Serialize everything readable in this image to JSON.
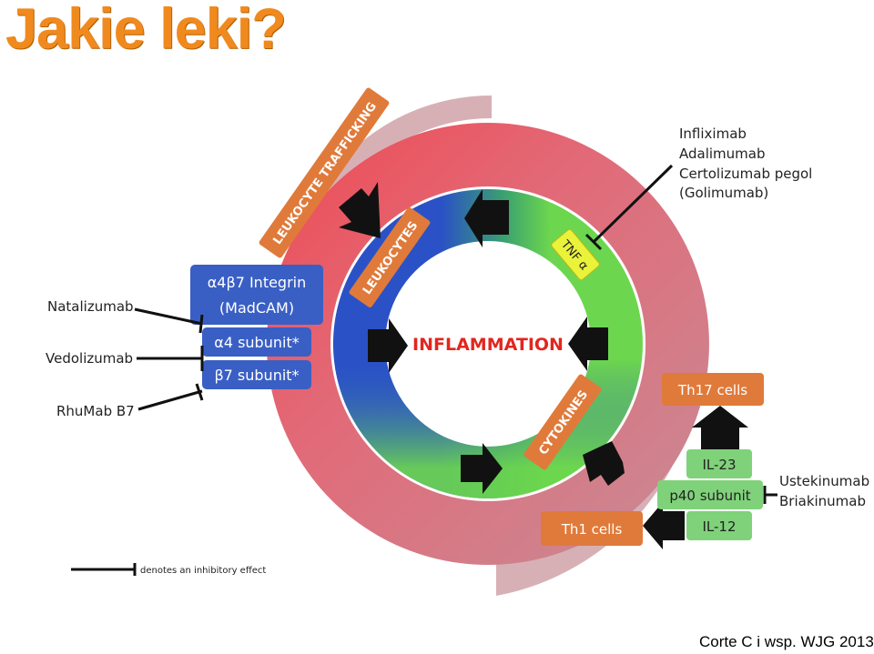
{
  "slide": {
    "title": "Jakie leki?",
    "citation": "Corte C i wsp. WJG 2013"
  },
  "diagram": {
    "center_label": "INFLAMMATION",
    "ring_labels": {
      "leukocyte_trafficking": "LEUKOCYTE TRAFFICKING",
      "leukocytes": "LEUKOCYTES",
      "cytokines": "CYTOKINES",
      "tnf": "TNF α"
    },
    "integrin_boxes": [
      "α4β7  Integrin",
      "(MadCAM)",
      "α4 subunit*",
      "β7 subunit*"
    ],
    "integrin_drugs": [
      "Natalizumab",
      "Vedolizumab",
      "RhuMab B7"
    ],
    "tnf_drugs": [
      "Infliximab",
      "Adalimumab",
      "Certolizumab pegol",
      "(Golimumab)"
    ],
    "cells": {
      "th17": "Th17 cells",
      "th1": "Th1 cells"
    },
    "interleukins": [
      "IL-23",
      "p40 subunit",
      "IL-12"
    ],
    "il_drugs": [
      "Ustekinumab",
      "Briakinumab"
    ],
    "legend": "denotes an inhibitory effect",
    "colors": {
      "title": "#f08a1e",
      "orange_box": "#e07a3a",
      "blue_box": "#3a5fc4",
      "green_box": "#7fd27a",
      "tnf_box": "#eaf23a",
      "outer_ring": "#cfa0a8",
      "inner_blue": "#2a55c8",
      "inner_green": "#6cd64e",
      "center_text": "#e2261f"
    }
  }
}
